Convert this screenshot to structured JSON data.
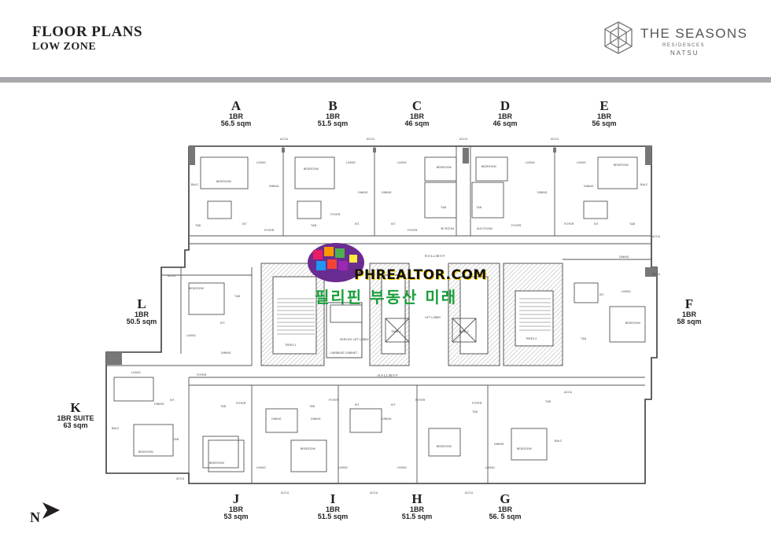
{
  "header": {
    "title": "FLOOR PLANS",
    "subtitle": "LOW ZONE"
  },
  "brand": {
    "name": "THE SEASONS",
    "line1": "RESIDENCES",
    "line2": "NATSU"
  },
  "units": {
    "A": {
      "letter": "A",
      "type": "1BR",
      "area": "56.5 sqm"
    },
    "B": {
      "letter": "B",
      "type": "1BR",
      "area": "51.5 sqm"
    },
    "C": {
      "letter": "C",
      "type": "1BR",
      "area": "46 sqm"
    },
    "D": {
      "letter": "D",
      "type": "1BR",
      "area": "46 sqm"
    },
    "E": {
      "letter": "E",
      "type": "1BR",
      "area": "56 sqm"
    },
    "F": {
      "letter": "F",
      "type": "1BR",
      "area": "58 sqm"
    },
    "G": {
      "letter": "G",
      "type": "1BR",
      "area": "56. 5 sqm"
    },
    "H": {
      "letter": "H",
      "type": "1BR",
      "area": "51.5 sqm"
    },
    "I": {
      "letter": "I",
      "type": "1BR",
      "area": "51.5 sqm"
    },
    "J": {
      "letter": "J",
      "type": "1BR",
      "area": "53 sqm"
    },
    "K": {
      "letter": "K",
      "type": "1BR SUITE",
      "area": "63 sqm"
    },
    "L": {
      "letter": "L",
      "type": "1BR",
      "area": "50.5 sqm"
    }
  },
  "plan_labels": {
    "hallway_top": "HALLWAY",
    "hallway_bottom": "HALLWAY",
    "lift_lobby": "LIFT LOBBY",
    "service_lift_lobby": "SERVICE LIFT LOBBY",
    "garbage_cabinet": "GARBAGE CABINET",
    "se_room": "SE ROOM",
    "aux_room": "AUX ROOM",
    "bedroom": "BEDROOM",
    "living": "LIVING",
    "dining": "DINING",
    "kit": "KIT.",
    "foyer": "FOYER",
    "tb": "T&B",
    "balc": "BALC",
    "accu": "ACCU",
    "room": "ROOM",
    "tbpe_1": "TBPE-1",
    "tbpe_2": "TBPE-2",
    "tbfe_1": "TBFE3-1",
    "tbfe_2": "TBFE3-2"
  },
  "north": {
    "label": "N"
  },
  "watermark": {
    "url": "PHREALTOR.COM",
    "korean": "필리핀 부동산 미래"
  },
  "colors": {
    "text": "#231f20",
    "divider": "#a7a9ac",
    "wall": "#3a3a3a",
    "core_fill": "#bcbec0",
    "watermark_green": "#1a9e3a"
  }
}
